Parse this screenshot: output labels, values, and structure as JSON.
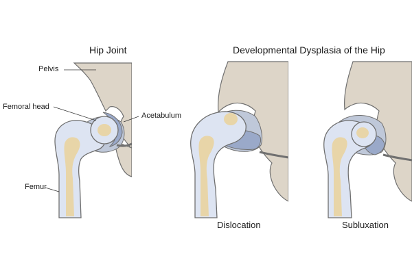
{
  "titles": {
    "left": "Hip Joint",
    "right": "Developmental Dysplasia of the Hip"
  },
  "labels": {
    "pelvis": "Pelvis",
    "femoral_head": "Femoral head",
    "acetabulum": "Acetabulum",
    "femur": "Femur"
  },
  "captions": {
    "middle": "Dislocation",
    "right": "Subluxation"
  },
  "colors": {
    "bone_fill": "#ddd5c8",
    "bone_outline": "#6f6f6f",
    "femur_fill": "#dde4f2",
    "marrow": "#e8d5a8",
    "cartilage": "#9aa9c9",
    "capsule": "#bfc8d9",
    "ligament_line": "#707070"
  }
}
